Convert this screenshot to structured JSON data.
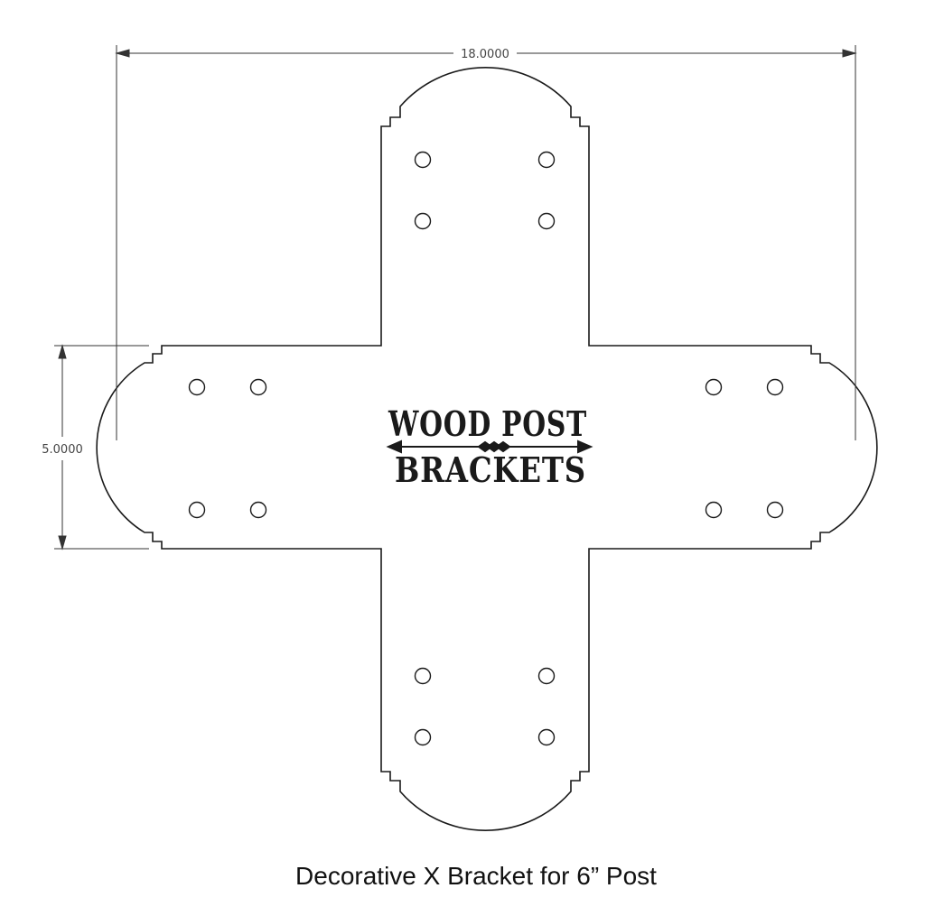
{
  "dimensions": {
    "width_label": "18.0000",
    "height_label": "5.0000"
  },
  "logo": {
    "line1": "WOOD POST",
    "line2": "BRACKETS"
  },
  "caption": "Decorative X Bracket for 6” Post",
  "colors": {
    "line": "#1a1a1a",
    "background": "#ffffff"
  }
}
